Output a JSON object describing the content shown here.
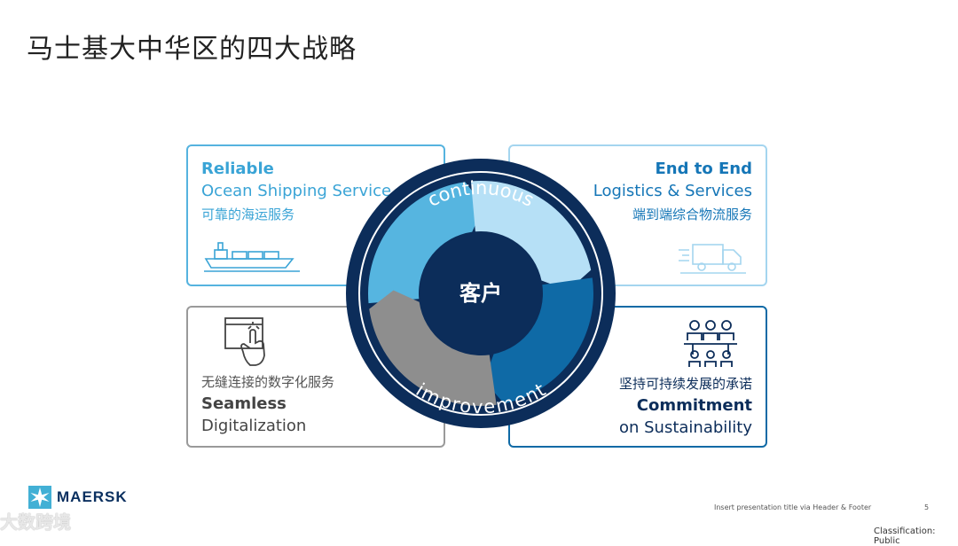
{
  "title": "马士基大中华区的四大战略",
  "boxes": {
    "reliable": {
      "line1": "Reliable",
      "line2": "Ocean Shipping Service",
      "line3": "可靠的海运服务"
    },
    "end_to_end": {
      "line1": "End to End",
      "line2": "Logistics & Services",
      "line3": "端到端综合物流服务"
    },
    "seamless": {
      "line1": "无缝连接的数字化服务",
      "line2": "Seamless",
      "line3": "Digitalization"
    },
    "commitment": {
      "line1": "坚持可持续发展的承诺",
      "line2": "Commitment",
      "line3": "on Sustainability"
    }
  },
  "cycle": {
    "center": "客户",
    "top_arc": "continuous",
    "bottom_arc": "improvement"
  },
  "icons": [
    "ship-icon",
    "truck-icon",
    "digital-touch-icon",
    "people-meeting-icon",
    "maersk-star-icon"
  ],
  "colors": {
    "navy": "#0c2d5a",
    "segment_light_blue": "#56b5e0",
    "segment_pale_blue": "#b6e0f6",
    "segment_blue": "#0f6aa6",
    "segment_gray": "#8e8e8e"
  },
  "footer": {
    "brand": "MAERSK",
    "note": "Insert presentation title via Header & Footer",
    "page": "5",
    "classification": "Classification: Public",
    "watermark": "大数跨境"
  }
}
